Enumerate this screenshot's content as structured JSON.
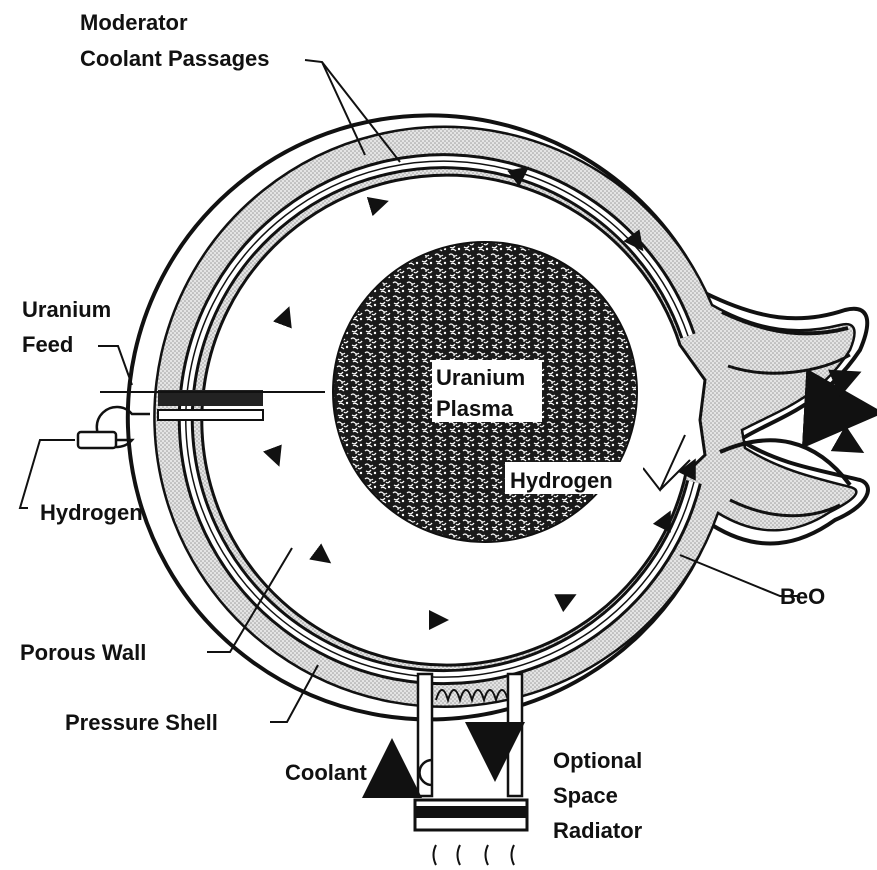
{
  "labels": {
    "moderator_line1": "Moderator",
    "moderator_line2": "Coolant Passages",
    "uranium_feed_line1": "Uranium",
    "uranium_feed_line2": "Feed",
    "hydrogen_left": "Hydrogen",
    "uranium_plasma_line1": "Uranium",
    "uranium_plasma_line2": "Plasma",
    "hydrogen_right": "Hydrogen",
    "beo": "BeO",
    "porous_wall": "Porous Wall",
    "pressure_shell": "Pressure Shell",
    "coolant": "Coolant",
    "radiator_line1": "Optional",
    "radiator_line2": "Space",
    "radiator_line3": "Radiator"
  },
  "colors": {
    "ink": "#111111",
    "stipple": "#cfcfcf",
    "background": "#ffffff"
  }
}
